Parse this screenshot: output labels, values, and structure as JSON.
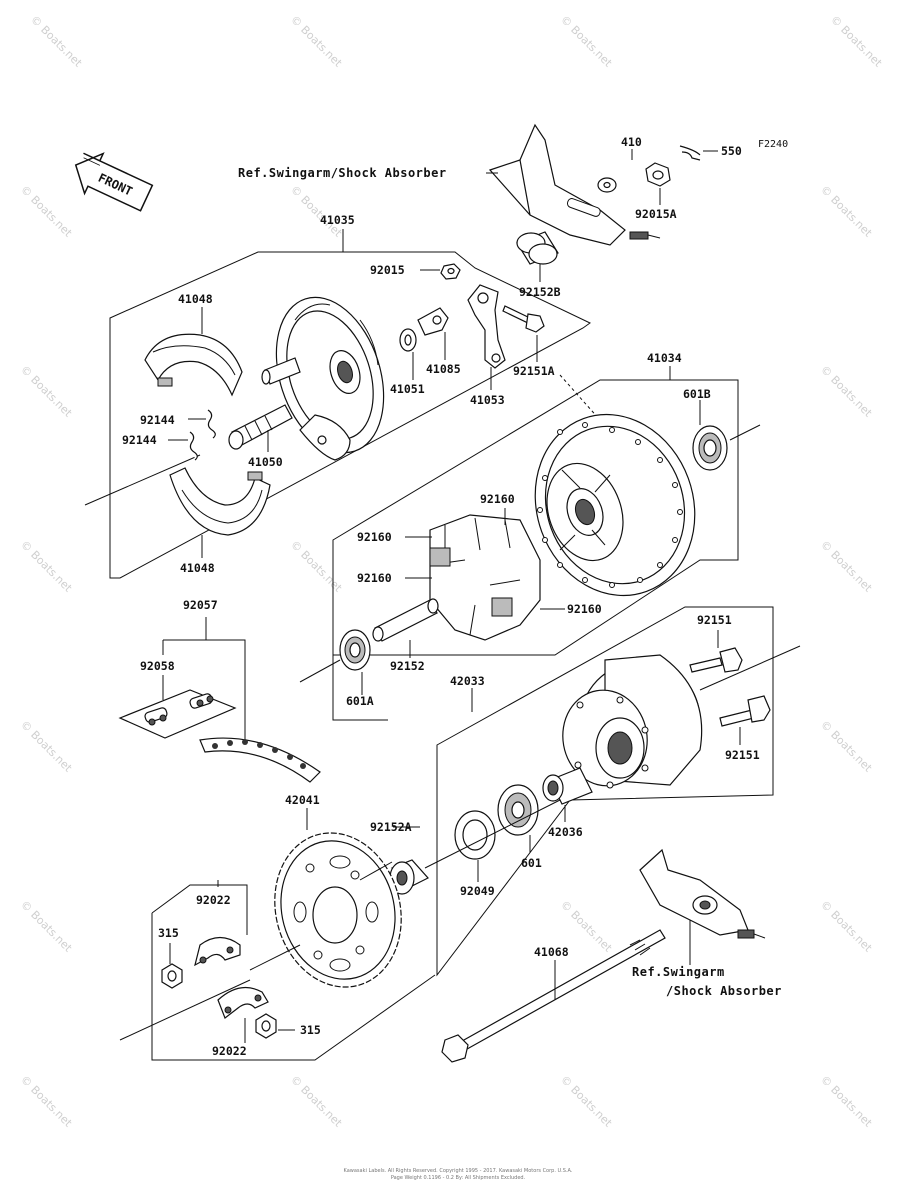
{
  "figure_code": "F2240",
  "front_label": "FRONT",
  "watermark": "© Boats.net",
  "refs": {
    "top": "Ref.Swingarm/Shock Absorber",
    "bottom_line1": "Ref.Swingarm",
    "bottom_line2": "/Shock Absorber"
  },
  "parts": [
    {
      "id": "p410",
      "num": "410"
    },
    {
      "id": "p550",
      "num": "550"
    },
    {
      "id": "p92015A",
      "num": "92015A"
    },
    {
      "id": "p41035",
      "num": "41035"
    },
    {
      "id": "p92015",
      "num": "92015"
    },
    {
      "id": "p92152B",
      "num": "92152B"
    },
    {
      "id": "p41048a",
      "num": "41048"
    },
    {
      "id": "p41051",
      "num": "41051"
    },
    {
      "id": "p41085",
      "num": "41085"
    },
    {
      "id": "p92151A",
      "num": "92151A"
    },
    {
      "id": "p41053",
      "num": "41053"
    },
    {
      "id": "p41034",
      "num": "41034"
    },
    {
      "id": "p601B",
      "num": "601B"
    },
    {
      "id": "p92144a",
      "num": "92144"
    },
    {
      "id": "p92144b",
      "num": "92144"
    },
    {
      "id": "p41050",
      "num": "41050"
    },
    {
      "id": "p92160a",
      "num": "92160"
    },
    {
      "id": "p92160b",
      "num": "92160"
    },
    {
      "id": "p92160c",
      "num": "92160"
    },
    {
      "id": "p92160d",
      "num": "92160"
    },
    {
      "id": "p41048b",
      "num": "41048"
    },
    {
      "id": "p92057",
      "num": "92057"
    },
    {
      "id": "p92058",
      "num": "92058"
    },
    {
      "id": "p92152",
      "num": "92152"
    },
    {
      "id": "p601A",
      "num": "601A"
    },
    {
      "id": "p92151a",
      "num": "92151"
    },
    {
      "id": "p42033",
      "num": "42033"
    },
    {
      "id": "p92151b",
      "num": "92151"
    },
    {
      "id": "p42041",
      "num": "42041"
    },
    {
      "id": "p92152A",
      "num": "92152A"
    },
    {
      "id": "p42036",
      "num": "42036"
    },
    {
      "id": "p601",
      "num": "601"
    },
    {
      "id": "p92049",
      "num": "92049"
    },
    {
      "id": "p92022a",
      "num": "92022"
    },
    {
      "id": "p315a",
      "num": "315"
    },
    {
      "id": "p41068",
      "num": "41068"
    },
    {
      "id": "p315b",
      "num": "315"
    },
    {
      "id": "p92022b",
      "num": "92022"
    }
  ],
  "footer": {
    "line1": "Kawasaki Labels. All Rights Reserved. Copyright 1995 - 2017. Kawasaki Motors Corp. U.S.A.",
    "line2": "Page Weight 0.1196 - 0.2 By: All Shipments Excluded."
  }
}
